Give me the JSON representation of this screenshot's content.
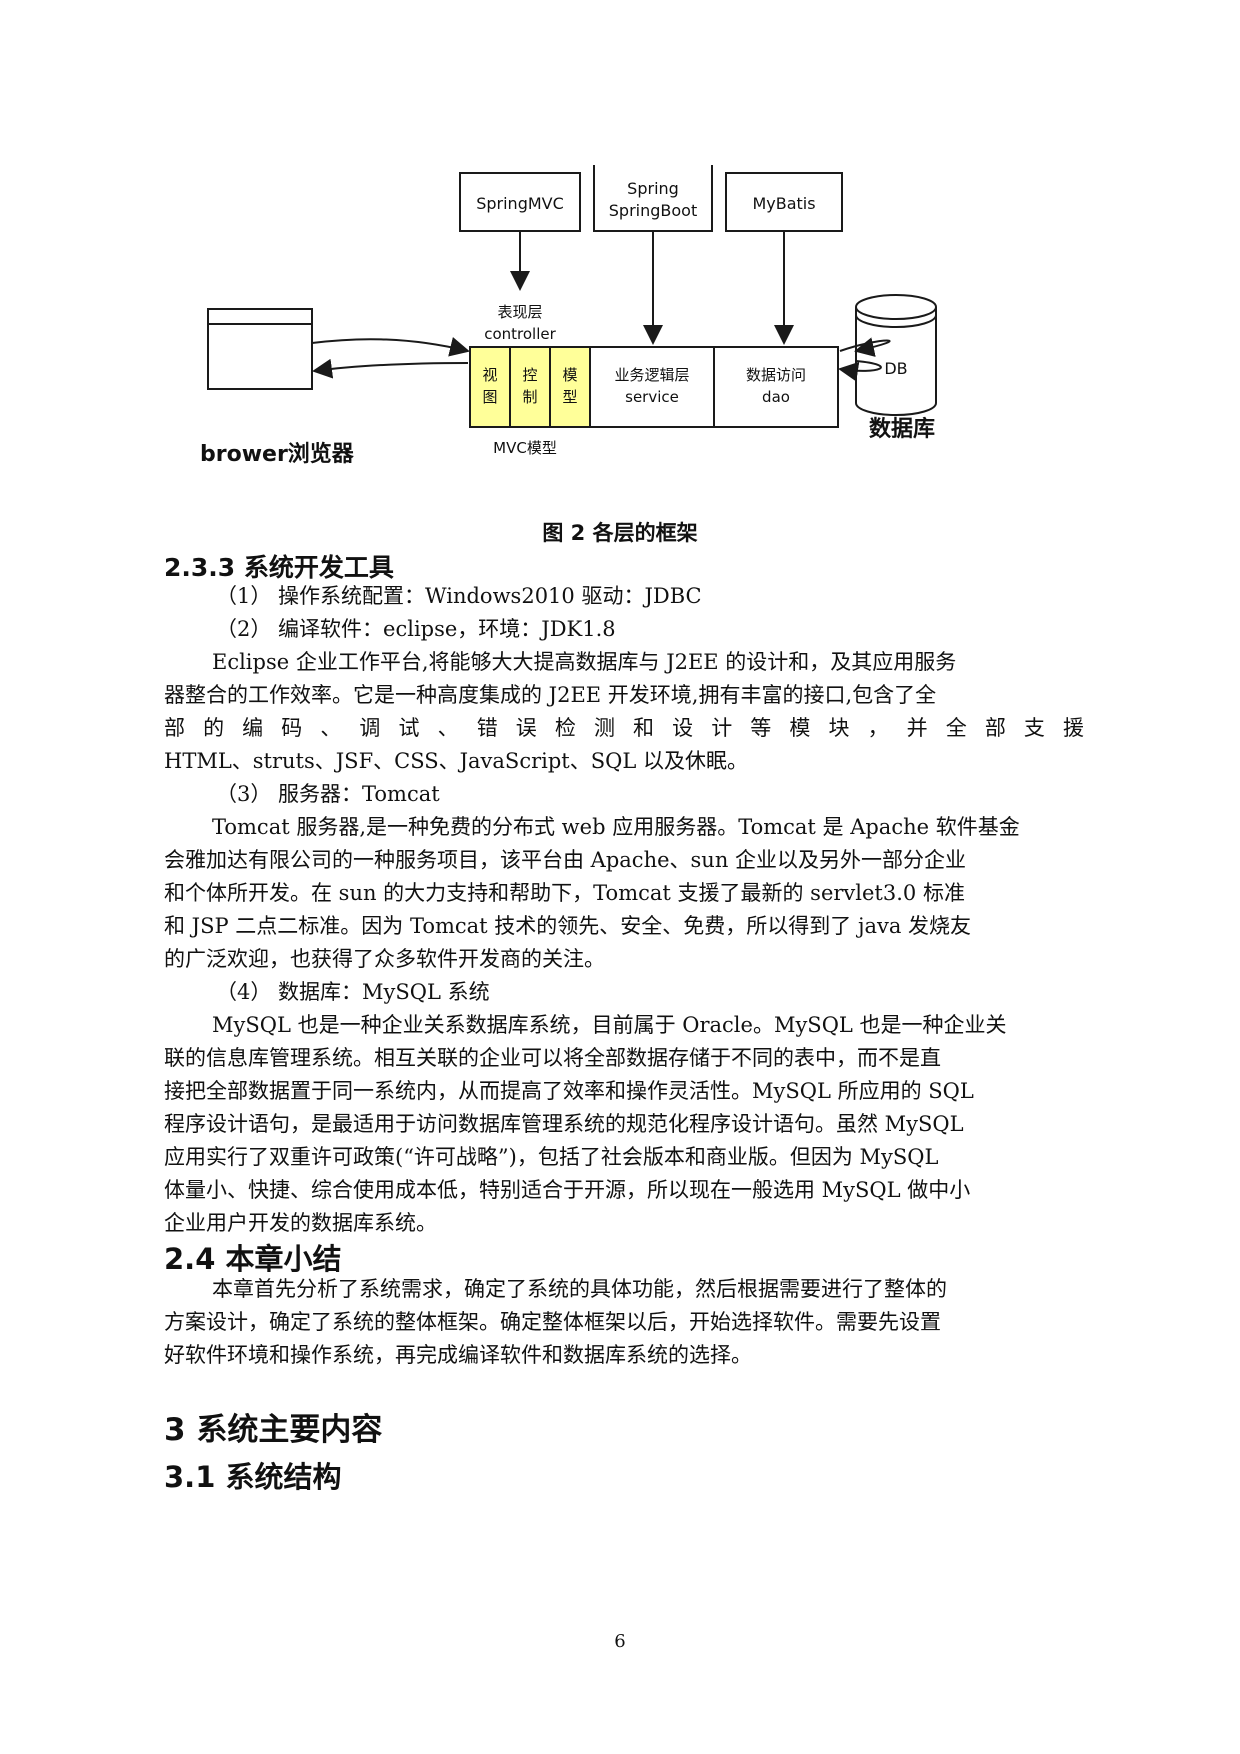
{
  "diagram": {
    "top_boxes": [
      "SpringMVC",
      "Spring",
      "SpringBoot",
      "MyBatis"
    ],
    "controller_label": [
      "表现层",
      "controller"
    ],
    "mvc_cells": [
      "视",
      "图",
      "控",
      "制",
      "模",
      "型"
    ],
    "service": [
      "业务逻辑层",
      "service"
    ],
    "dao": [
      "数据访问",
      "dao"
    ],
    "mvc_label": "MVC模型",
    "browser_label": "brower浏览器",
    "db_text": "DB",
    "db_label": "数据库",
    "colors": {
      "mvc_fill": "#ffff99",
      "stroke": "#1a1a1a"
    }
  },
  "caption": "图 2 各层的框架",
  "sec_233": {
    "heading": "2.3.3 系统开发工具",
    "item1": "（1）  操作系统配置：Windows2010  驱动：JDBC",
    "item2": "（2）  编译软件：eclipse，环境：JDK1.8",
    "p1": [
      "Eclipse 企业工作平台,将能够大大提高数据库与 J2EE 的设计和，及其应用服务",
      "器整合的工作效率。它是一种高度集成的 J2EE 开发环境,拥有丰富的接口,包含了全",
      "部 的 编 码 、 调 试 、 错 误 检 测 和 设 计 等 模 块 ， 并 全 部 支 援",
      "HTML、struts、JSF、CSS、JavaScript、SQL 以及休眠。"
    ],
    "item3": "（3）  服务器：Tomcat",
    "p2": [
      "Tomcat 服务器,是一种免费的分布式 web 应用服务器。Tomcat 是 Apache 软件基金",
      "会雅加达有限公司的一种服务项目，该平台由 Apache、sun 企业以及另外一部分企业",
      "和个体所开发。在 sun 的大力支持和帮助下，Tomcat 支援了最新的 servlet3.0 标准",
      "和 JSP 二点二标准。因为 Tomcat 技术的领先、安全、免费，所以得到了 java 发烧友",
      "的广泛欢迎，也获得了众多软件开发商的关注。"
    ],
    "item4": "（4）  数据库：MySQL 系统",
    "p3": [
      "MySQL 也是一种企业关系数据库系统，目前属于 Oracle。MySQL 也是一种企业关",
      "联的信息库管理系统。相互关联的企业可以将全部数据存储于不同的表中，而不是直",
      "接把全部数据置于同一系统内，从而提高了效率和操作灵活性。MySQL 所应用的 SQL",
      "程序设计语句，是最适用于访问数据库管理系统的规范化程序设计语句。虽然 MySQL",
      "应用实行了双重许可政策(“许可战略”)，包括了社会版本和商业版。但因为 MySQL",
      "体量小、快捷、综合使用成本低，特别适合于开源，所以现在一般选用 MySQL 做中小",
      "企业用户开发的数据库系统。"
    ]
  },
  "sec_24": {
    "heading": "2.4 本章小结",
    "p": [
      "本章首先分析了系统需求，确定了系统的具体功能，然后根据需要进行了整体的",
      "方案设计，确定了系统的整体框架。确定整体框架以后，开始选择软件。需要先设置",
      "好软件环境和操作系统，再完成编译软件和数据库系统的选择。"
    ]
  },
  "sec_3": {
    "heading": "3 系统主要内容"
  },
  "sec_31": {
    "heading": "3.1 系统结构"
  },
  "page_number": "6"
}
